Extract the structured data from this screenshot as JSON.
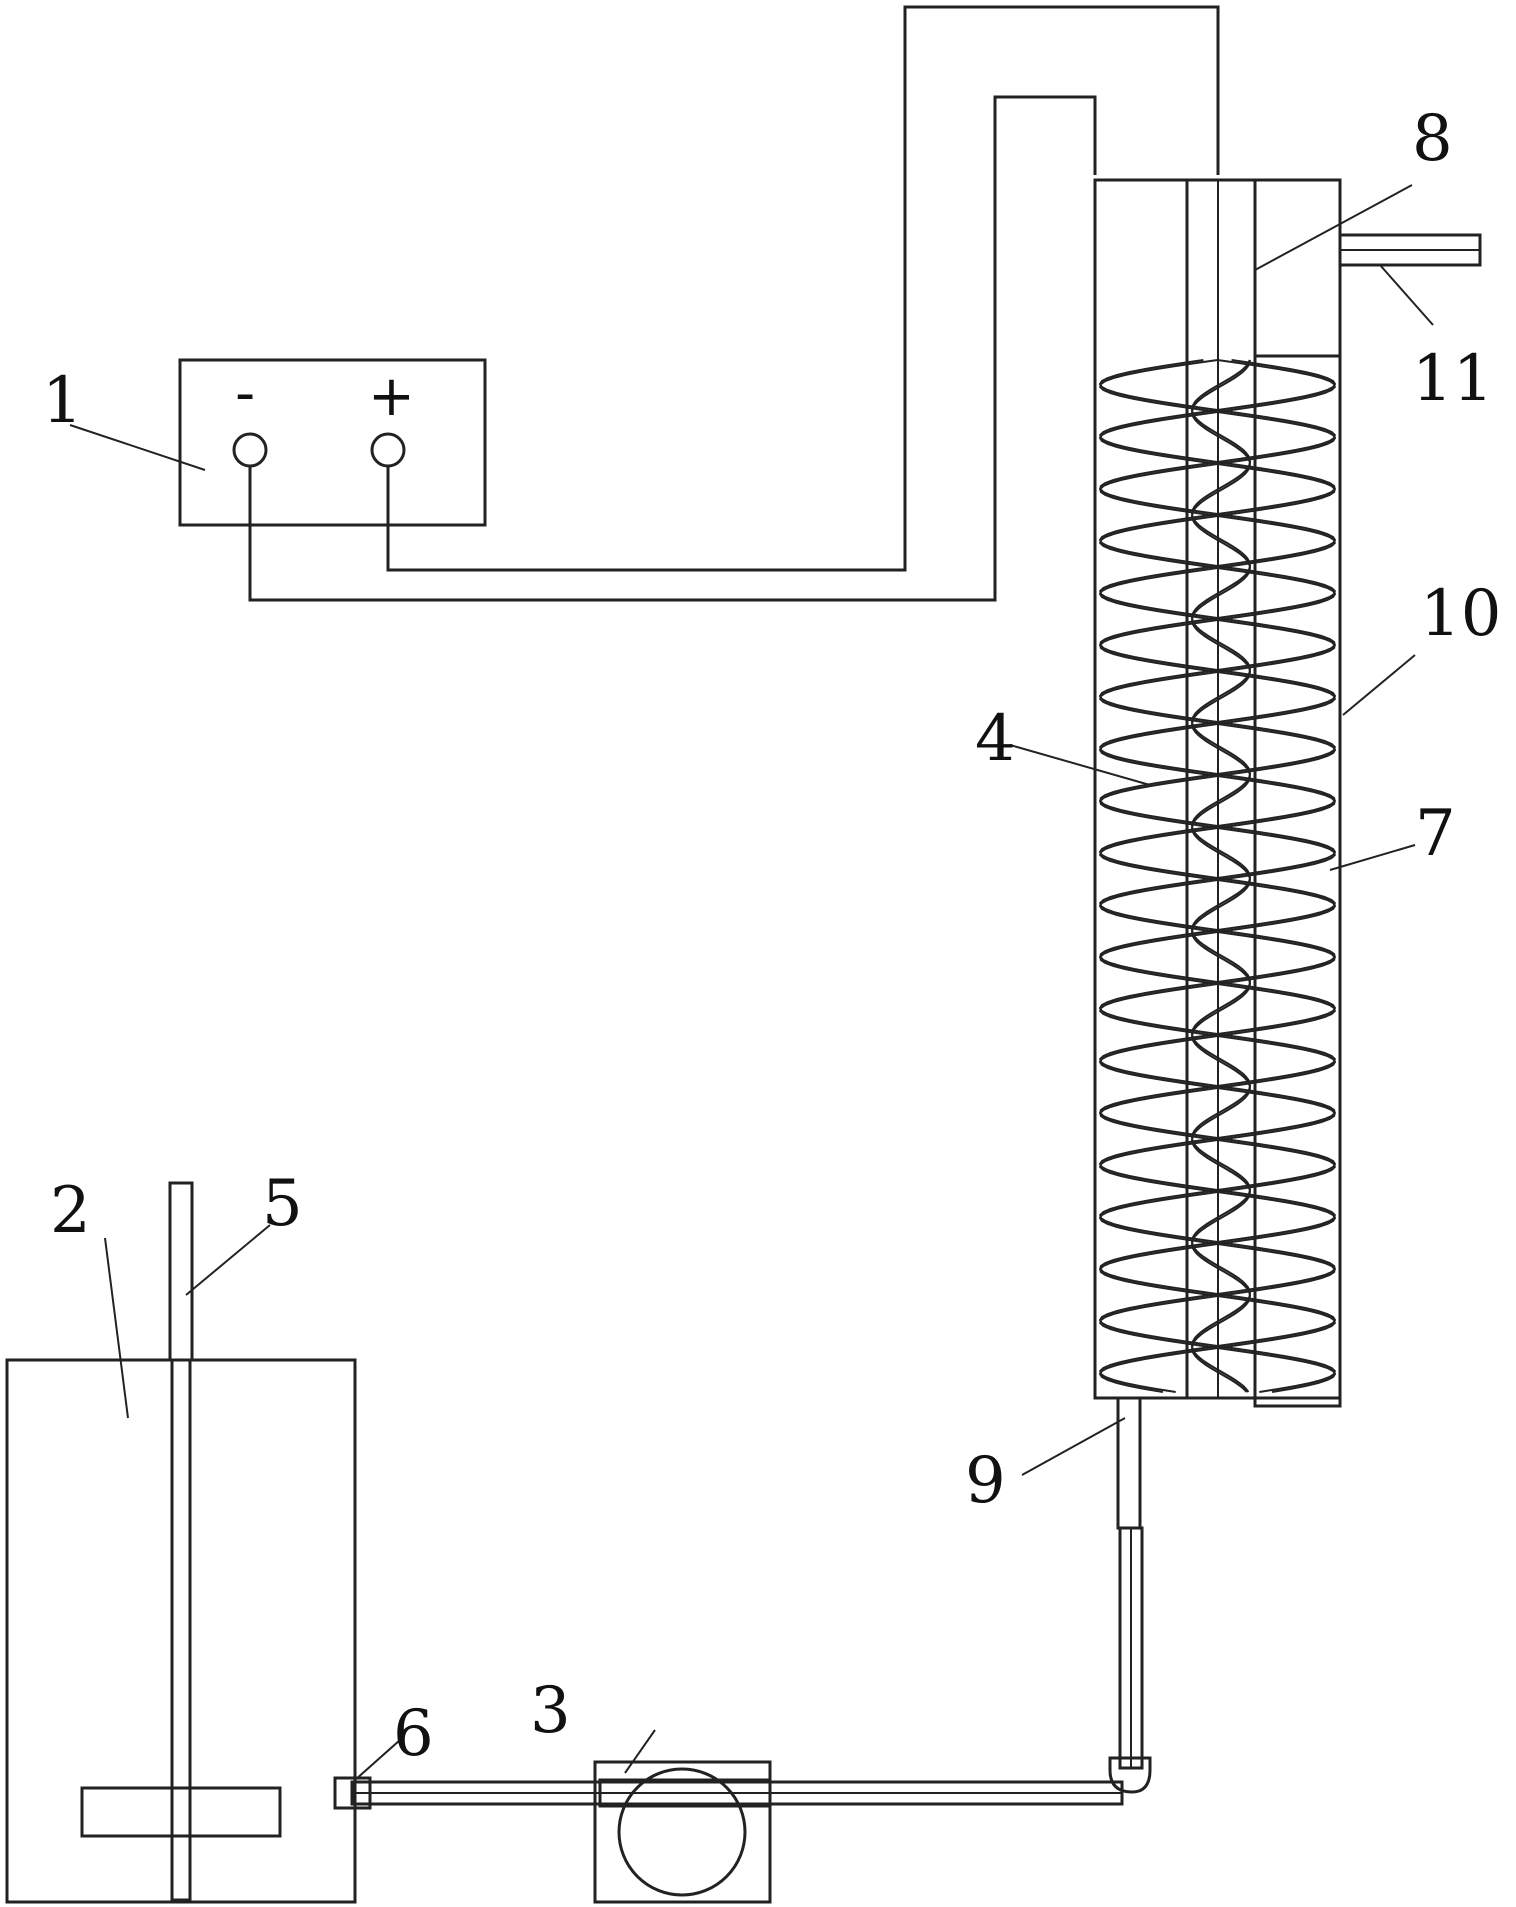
{
  "callouts": {
    "power_supply": "1",
    "tank": "2",
    "pump": "3",
    "reactor": "4",
    "stirrer": "5",
    "inlet_pipe": "6",
    "helix": "7",
    "rod": "8",
    "bottom_inlet": "9",
    "outer_wall": "10",
    "outlet": "11"
  },
  "terminals": {
    "negative": "-",
    "positive": "+"
  },
  "colors": {
    "stroke": "#222222",
    "background": "#ffffff"
  }
}
